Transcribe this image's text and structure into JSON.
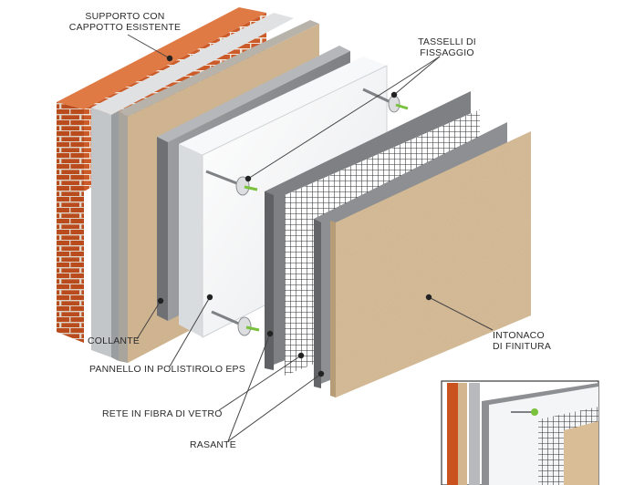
{
  "labels": {
    "supporto": [
      "SUPPORTO CON",
      "CAPPOTTO ESISTENTE"
    ],
    "tasselli": [
      "TASSELLI DI",
      "FISSAGGIO"
    ],
    "collante": "COLLANTE",
    "pannello": "PANNELLO IN POLISTIROLO EPS",
    "rete": "RETE IN FIBRA DI VETRO",
    "rasante": "RASANTE",
    "intonaco": [
      "INTONACO",
      "DI FINITURA"
    ]
  },
  "colors": {
    "brick": "#c9521f",
    "mortar": "#efe3d6",
    "eps": "#f4f5f6",
    "grey_layer": "#8b8d90",
    "mesh": "#2f3033",
    "plaster": "#d8bd97",
    "anchor_tip": "#7ac13e",
    "leader": "#444444"
  },
  "icons": [
    "brick-wall-icon",
    "anchor-icon",
    "mesh-icon"
  ]
}
